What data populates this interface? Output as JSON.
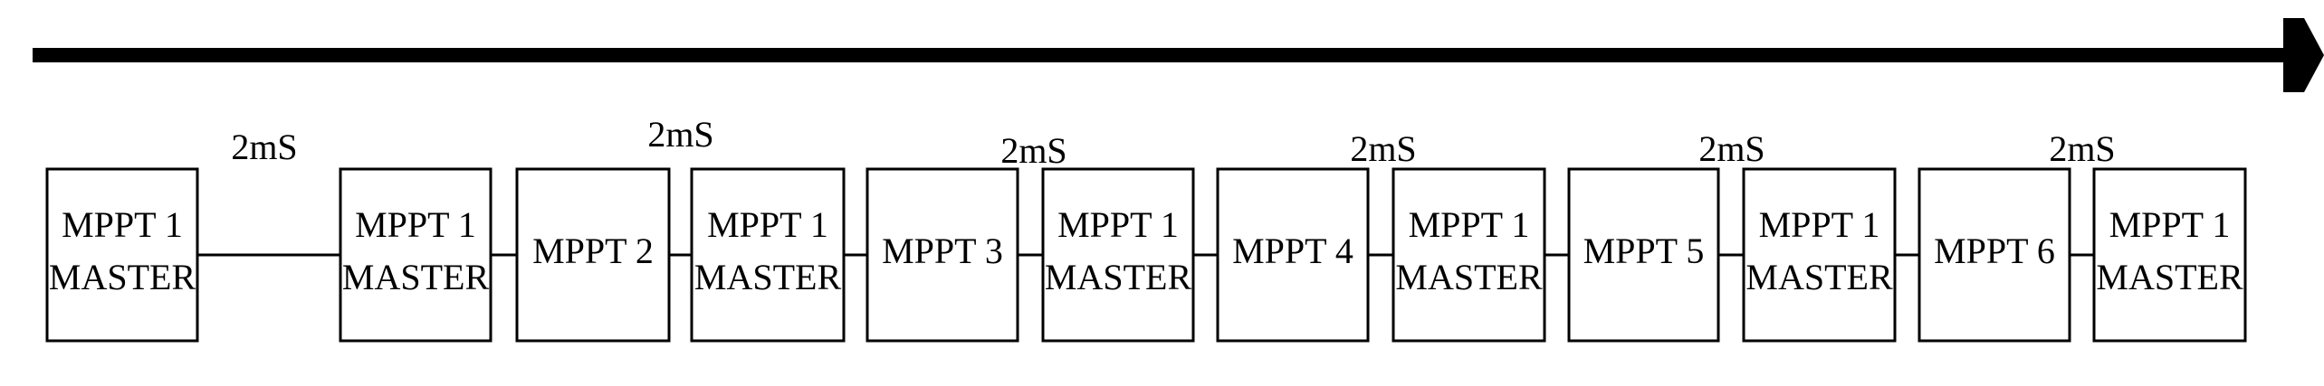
{
  "timeline": {
    "arrow_color": "#000000"
  },
  "boxes": [
    {
      "lines": [
        "MPPT 1",
        "MASTER"
      ]
    },
    {
      "lines": [
        "MPPT 1",
        "MASTER"
      ]
    },
    {
      "lines": [
        "MPPT 2"
      ]
    },
    {
      "lines": [
        "MPPT 1",
        "MASTER"
      ]
    },
    {
      "lines": [
        "MPPT 3"
      ]
    },
    {
      "lines": [
        "MPPT 1",
        "MASTER"
      ]
    },
    {
      "lines": [
        "MPPT 4"
      ]
    },
    {
      "lines": [
        "MPPT 1",
        "MASTER"
      ]
    },
    {
      "lines": [
        "MPPT 5"
      ]
    },
    {
      "lines": [
        "MPPT 1",
        "MASTER"
      ]
    },
    {
      "lines": [
        "MPPT 6"
      ]
    },
    {
      "lines": [
        "MPPT 1",
        "MASTER"
      ]
    }
  ],
  "intervals": [
    {
      "label": "2mS"
    },
    {
      "label": "2mS"
    },
    {
      "label": "2mS"
    },
    {
      "label": "2mS"
    },
    {
      "label": "2mS"
    },
    {
      "label": "2mS"
    }
  ]
}
